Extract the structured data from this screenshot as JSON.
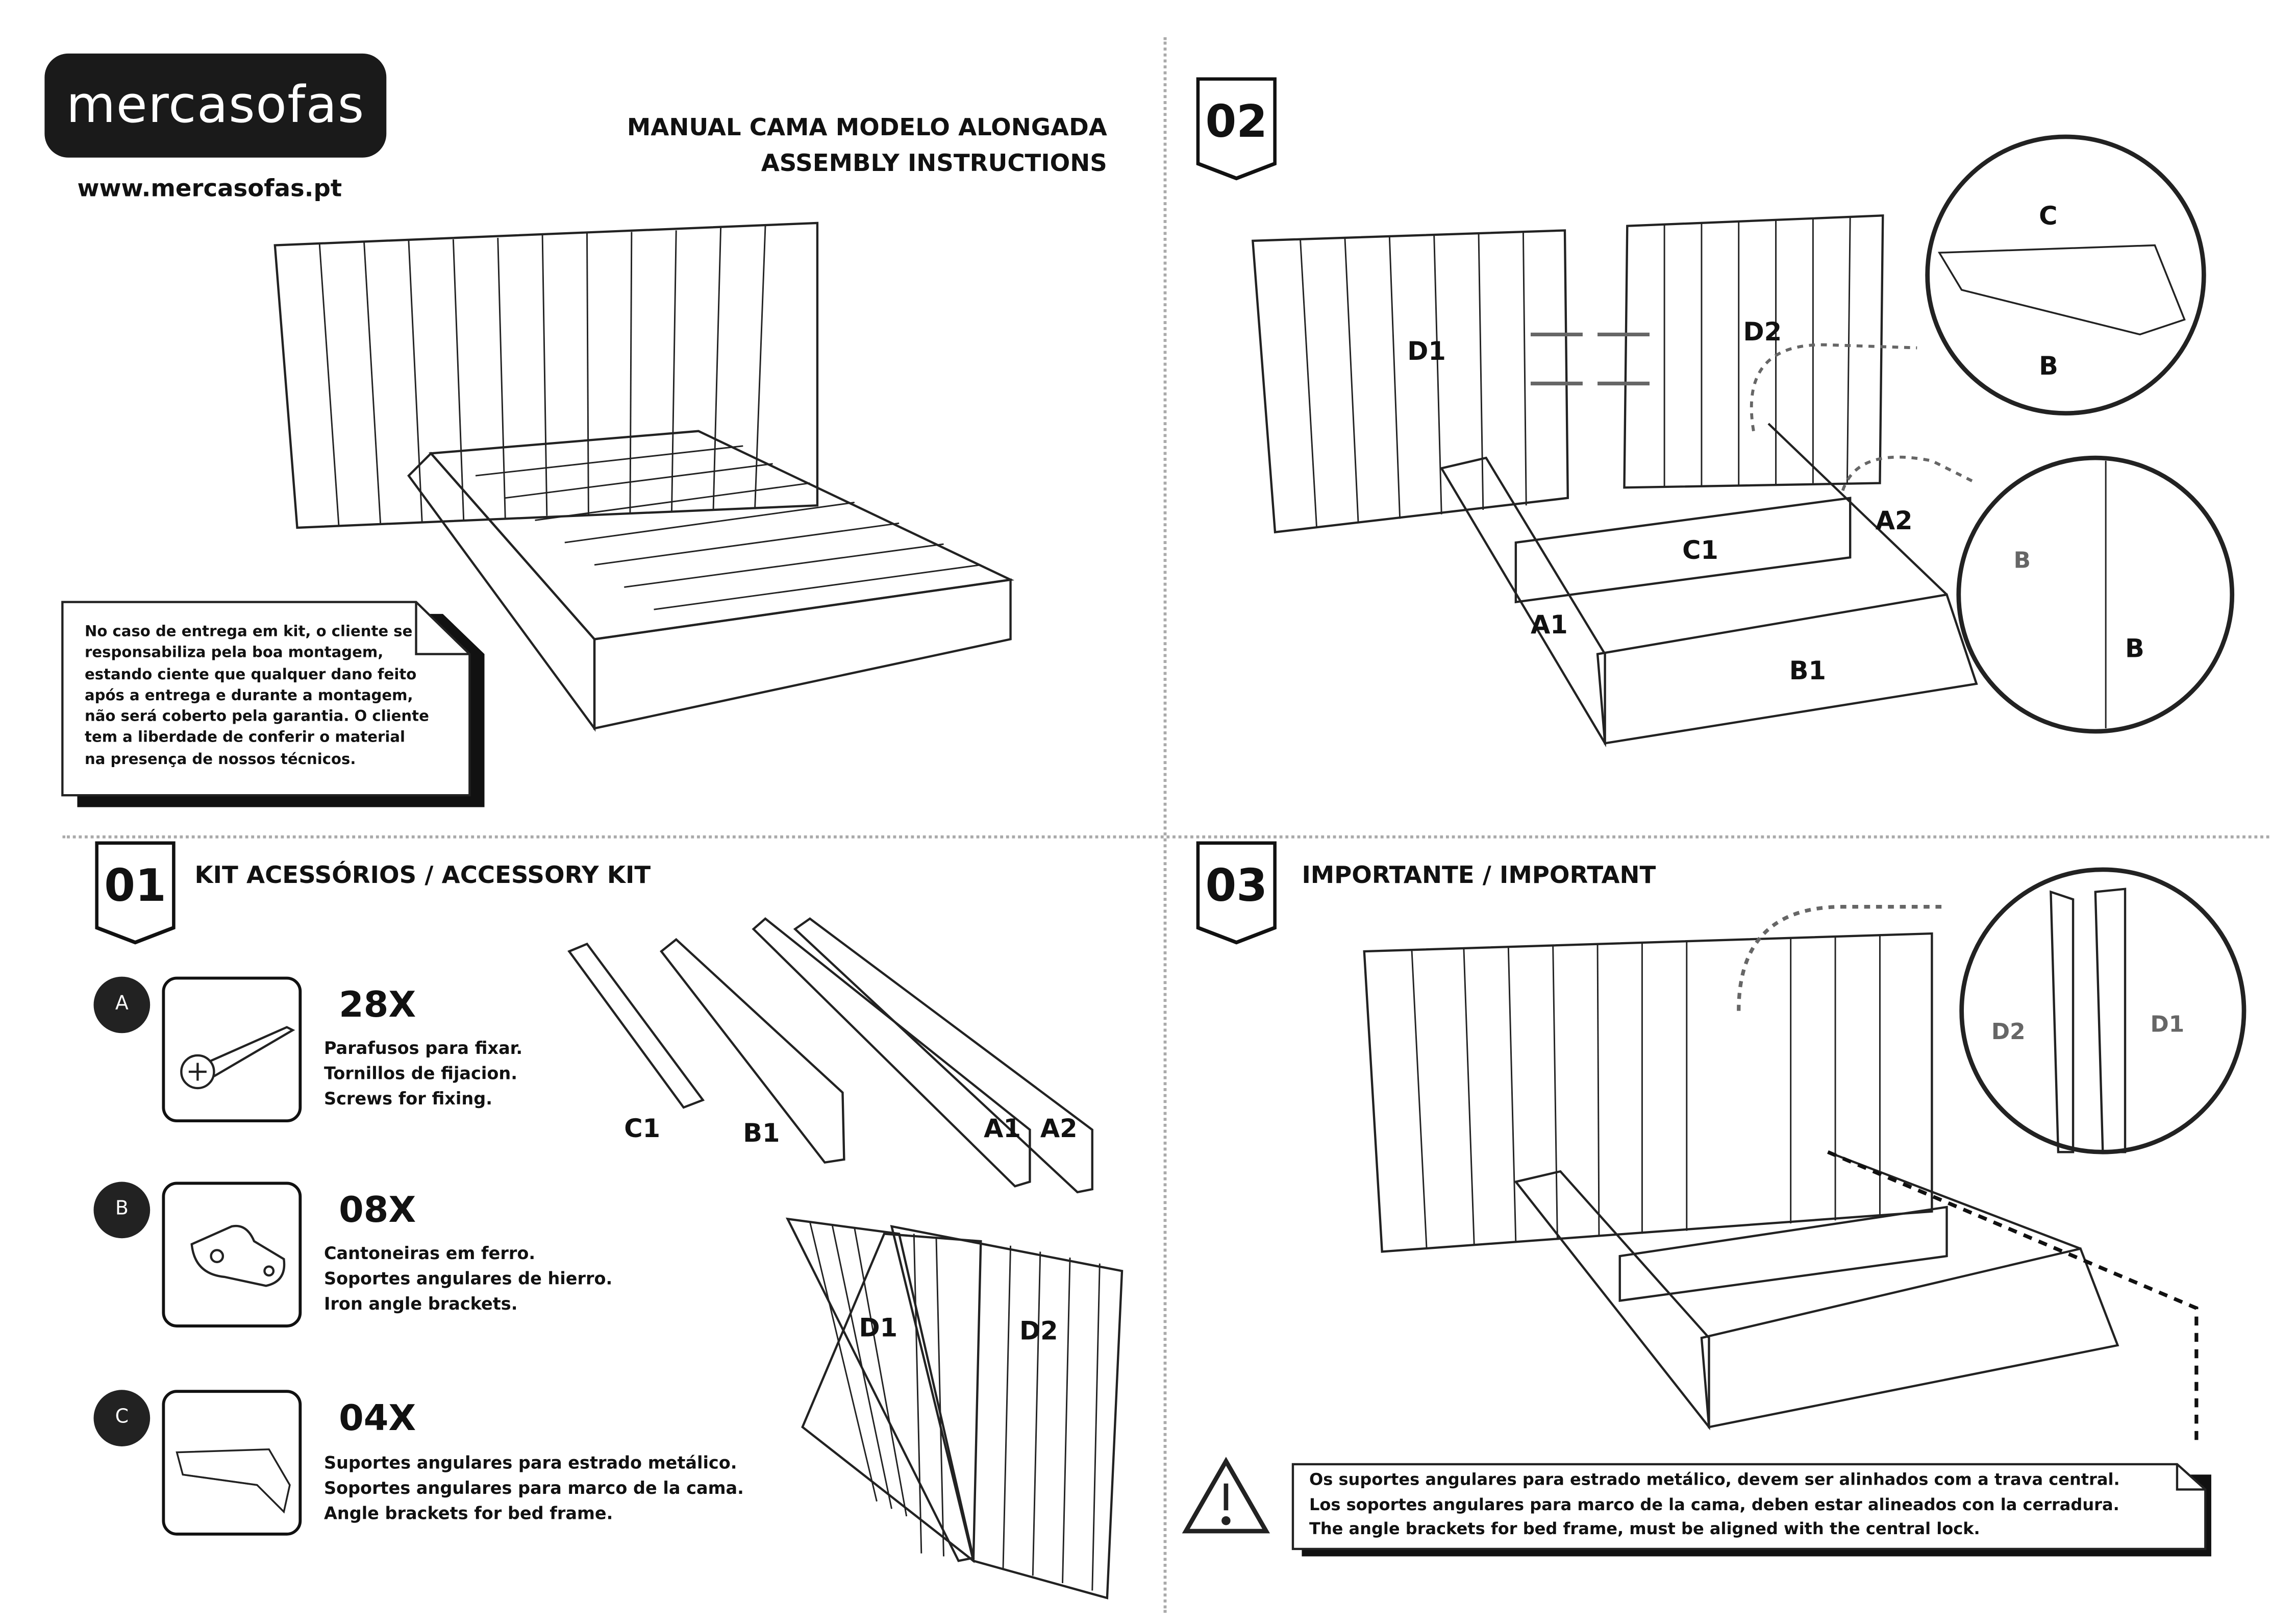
{
  "header": {
    "brand": "mercasofas",
    "url": "www.mercasofas.pt",
    "title_line1": "MANUAL CAMA MODELO ALONGADA",
    "title_line2": "ASSEMBLY INSTRUCTIONS"
  },
  "disclaimer": [
    "No caso de entrega em kit, o cliente se",
    "responsabiliza pela boa montagem,",
    "estando ciente que qualquer dano feito",
    "após a entrega e durante a montagem,",
    "não será coberto pela garantia. O cliente",
    "tem a liberdade de conferir o material",
    "na presença de nossos técnicos."
  ],
  "step01": {
    "number": "01",
    "heading": "KIT  ACESSÓRIOS /  ACCESSORY KIT",
    "items": [
      {
        "letter": "A",
        "qty": "28X",
        "lines": [
          "Parafusos para fixar.",
          "Tornillos de fijacion.",
          "Screws for fixing."
        ],
        "icon": "screw-icon"
      },
      {
        "letter": "B",
        "qty": "08X",
        "lines": [
          "Cantoneiras em ferro.",
          "Soportes angulares de hierro.",
          "Iron angle brackets."
        ],
        "icon": "angle-bracket-icon"
      },
      {
        "letter": "C",
        "qty": "04X",
        "lines": [
          "Suportes angulares para estrado metálico.",
          "Soportes angulares para marco de la cama.",
          "Angle brackets for bed frame."
        ],
        "icon": "frame-bracket-icon"
      }
    ],
    "parts": {
      "c1": "C1",
      "b1": "B1",
      "a1": "A1",
      "a2": "A2",
      "d1": "D1",
      "d2": "D2"
    }
  },
  "step02": {
    "number": "02",
    "labels": {
      "d1": "D1",
      "d2": "D2",
      "c1": "C1",
      "a1": "A1",
      "a2": "A2",
      "b1": "B1",
      "c": "C",
      "b": "B",
      "b2": "B",
      "b3": "B"
    }
  },
  "step03": {
    "number": "03",
    "heading": "IMPORTANTE / IMPORTANT",
    "labels": {
      "d2": "D2",
      "d1": "D1"
    },
    "note": [
      "Os suportes angulares para estrado metálico, devem ser alinhados com a trava central.",
      "Los soportes angulares para marco de la cama, deben estar alineados con la cerradura.",
      "The angle brackets for bed frame, must be aligned with the central lock."
    ]
  }
}
